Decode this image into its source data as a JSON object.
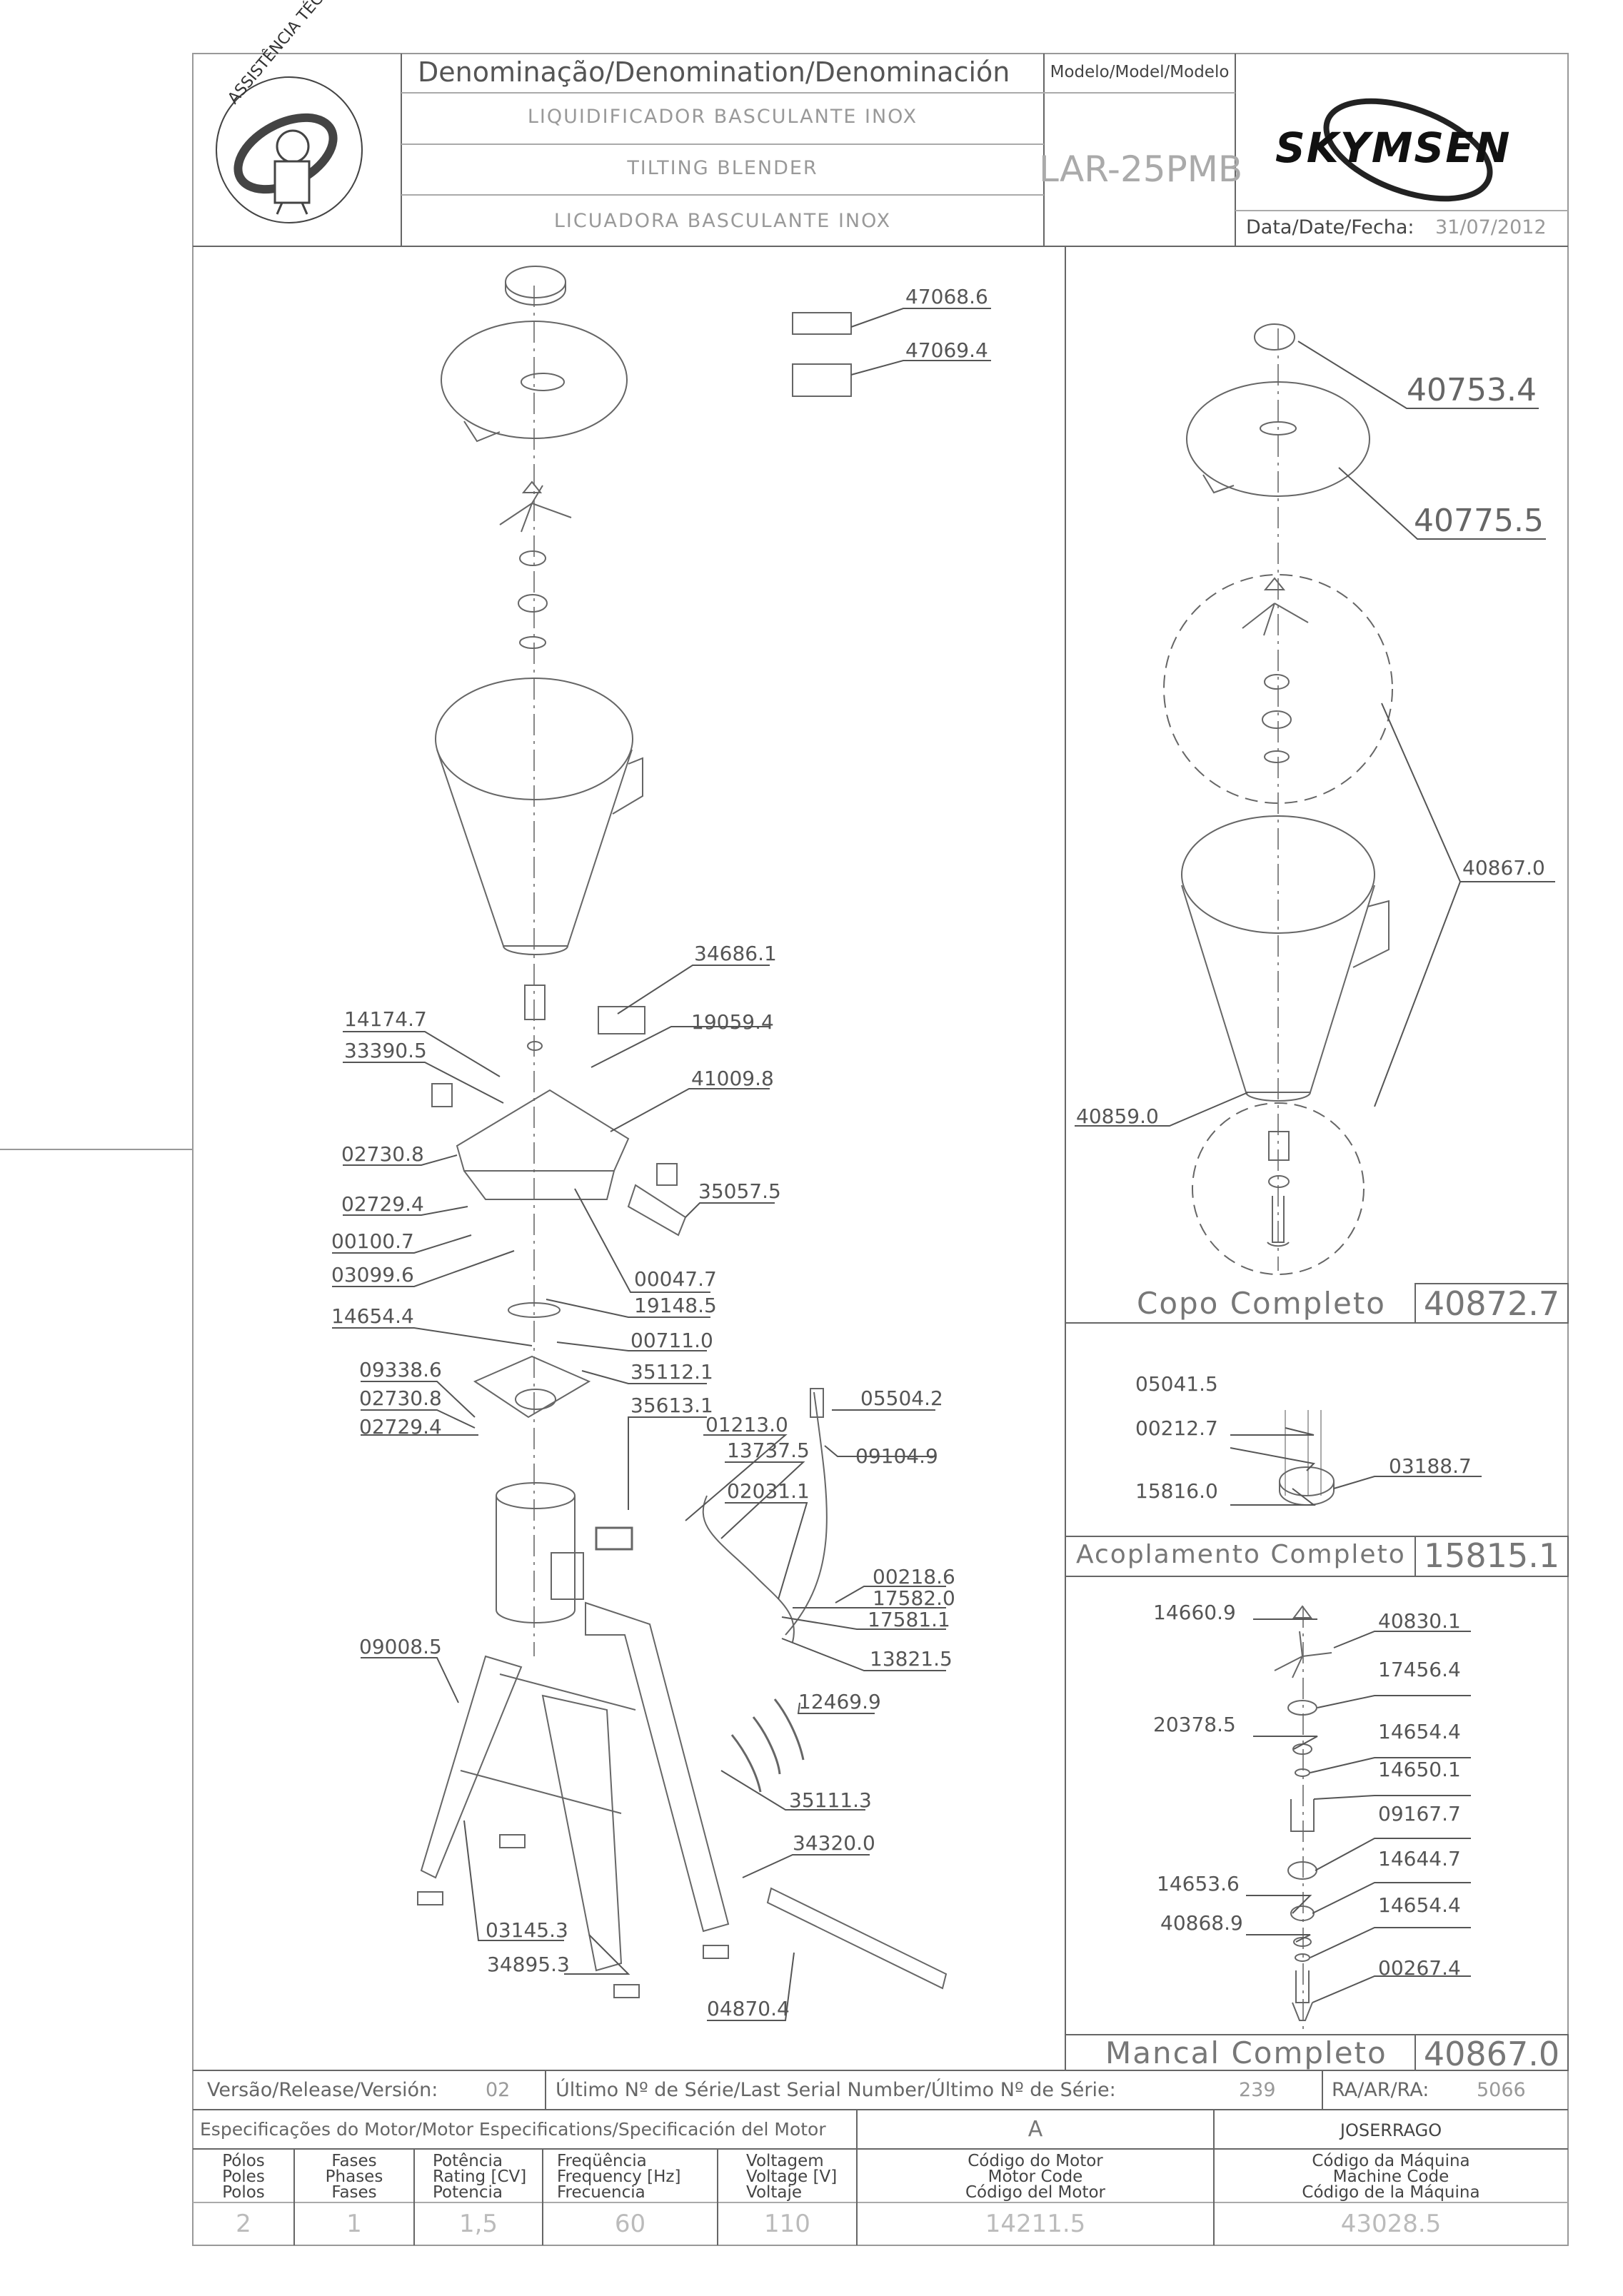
{
  "header": {
    "denomination_title": "Denominação/Denomination/Denominación",
    "name_pt": "LIQUIDIFICADOR BASCULANTE INOX",
    "name_en": "TILTING BLENDER",
    "name_es": "LICUADORA BASCULANTE INOX",
    "model_title": "Modelo/Model/Modelo",
    "model_value": "LAR-25PMB",
    "brand": "SKYMSEN",
    "date_label": "Data/Date/Fecha:",
    "date_value": "31/07/2012",
    "seal_text": "ASSISTÊNCIA TÉCNICA AUTORIZADA"
  },
  "main_parts": [
    {
      "code": "47068.6"
    },
    {
      "code": "47069.4"
    },
    {
      "code": "34686.1"
    },
    {
      "code": "14174.7"
    },
    {
      "code": "19059.4"
    },
    {
      "code": "33390.5"
    },
    {
      "code": "41009.8"
    },
    {
      "code": "02730.8"
    },
    {
      "code": "35057.5"
    },
    {
      "code": "02729.4"
    },
    {
      "code": "00100.7"
    },
    {
      "code": "00047.7"
    },
    {
      "code": "03099.6"
    },
    {
      "code": "19148.5"
    },
    {
      "code": "14654.4"
    },
    {
      "code": "00711.0"
    },
    {
      "code": "09338.6"
    },
    {
      "code": "35112.1"
    },
    {
      "code": "02730.8"
    },
    {
      "code": "35613.1"
    },
    {
      "code": "05504.2"
    },
    {
      "code": "02729.4"
    },
    {
      "code": "01213.0"
    },
    {
      "code": "13737.5"
    },
    {
      "code": "09104.9"
    },
    {
      "code": "02031.1"
    },
    {
      "code": "00218.6"
    },
    {
      "code": "17582.0"
    },
    {
      "code": "17581.1"
    },
    {
      "code": "09008.5"
    },
    {
      "code": "13821.5"
    },
    {
      "code": "12469.9"
    },
    {
      "code": "35111.3"
    },
    {
      "code": "34320.0"
    },
    {
      "code": "03145.3"
    },
    {
      "code": "34895.3"
    },
    {
      "code": "04870.4"
    }
  ],
  "copo": {
    "parts": [
      {
        "code": "40753.4"
      },
      {
        "code": "40775.5"
      },
      {
        "code": "40867.0"
      },
      {
        "code": "40859.0"
      }
    ],
    "title": "Copo Completo",
    "code": "40872.7"
  },
  "acoplamento": {
    "parts": [
      {
        "code": "05041.5"
      },
      {
        "code": "00212.7"
      },
      {
        "code": "03188.7"
      },
      {
        "code": "15816.0"
      }
    ],
    "title": "Acoplamento Completo",
    "code": "15815.1"
  },
  "mancal": {
    "parts": [
      {
        "code": "14660.9"
      },
      {
        "code": "40830.1"
      },
      {
        "code": "17456.4"
      },
      {
        "code": "20378.5"
      },
      {
        "code": "14654.4"
      },
      {
        "code": "14650.1"
      },
      {
        "code": "09167.7"
      },
      {
        "code": "14653.6"
      },
      {
        "code": "14644.7"
      },
      {
        "code": "40868.9"
      },
      {
        "code": "14654.4"
      },
      {
        "code": "00267.4"
      }
    ],
    "title": "Mancal Completo",
    "code": "40867.0"
  },
  "footer": {
    "version_label": "Versão/Release/Versión:",
    "version_value": "02",
    "serial_label": "Último Nº de Série/Last Serial Number/Último Nº de Série:",
    "serial_value": "239",
    "ra_label": "RA/AR/RA:",
    "ra_value": "5066",
    "spec_title": "Especificações do Motor/Motor Especifications/Specificación del Motor",
    "revision": "A",
    "author": "JOSERRAGO",
    "columns": [
      {
        "h1": "Pólos",
        "h2": "Poles",
        "h3": "Polos",
        "value": "2"
      },
      {
        "h1": "Fases",
        "h2": "Phases",
        "h3": "Fases",
        "value": "1"
      },
      {
        "h1": "Potência",
        "h2": "Rating [CV]",
        "h3": "Potencia",
        "value": "1,5"
      },
      {
        "h1": "Freqüência",
        "h2": "Frequency [Hz]",
        "h3": "Frecuencia",
        "value": "60"
      },
      {
        "h1": "Voltagem",
        "h2": "Voltage [V]",
        "h3": "Voltaje",
        "value": "110"
      },
      {
        "h1": "Código do Motor",
        "h2": "Motor Code",
        "h3": "Código del Motor",
        "value": "14211.5"
      },
      {
        "h1": "Código da Máquina",
        "h2": "Machine Code",
        "h3": "Código de la Máquina",
        "value": "43028.5"
      }
    ]
  }
}
